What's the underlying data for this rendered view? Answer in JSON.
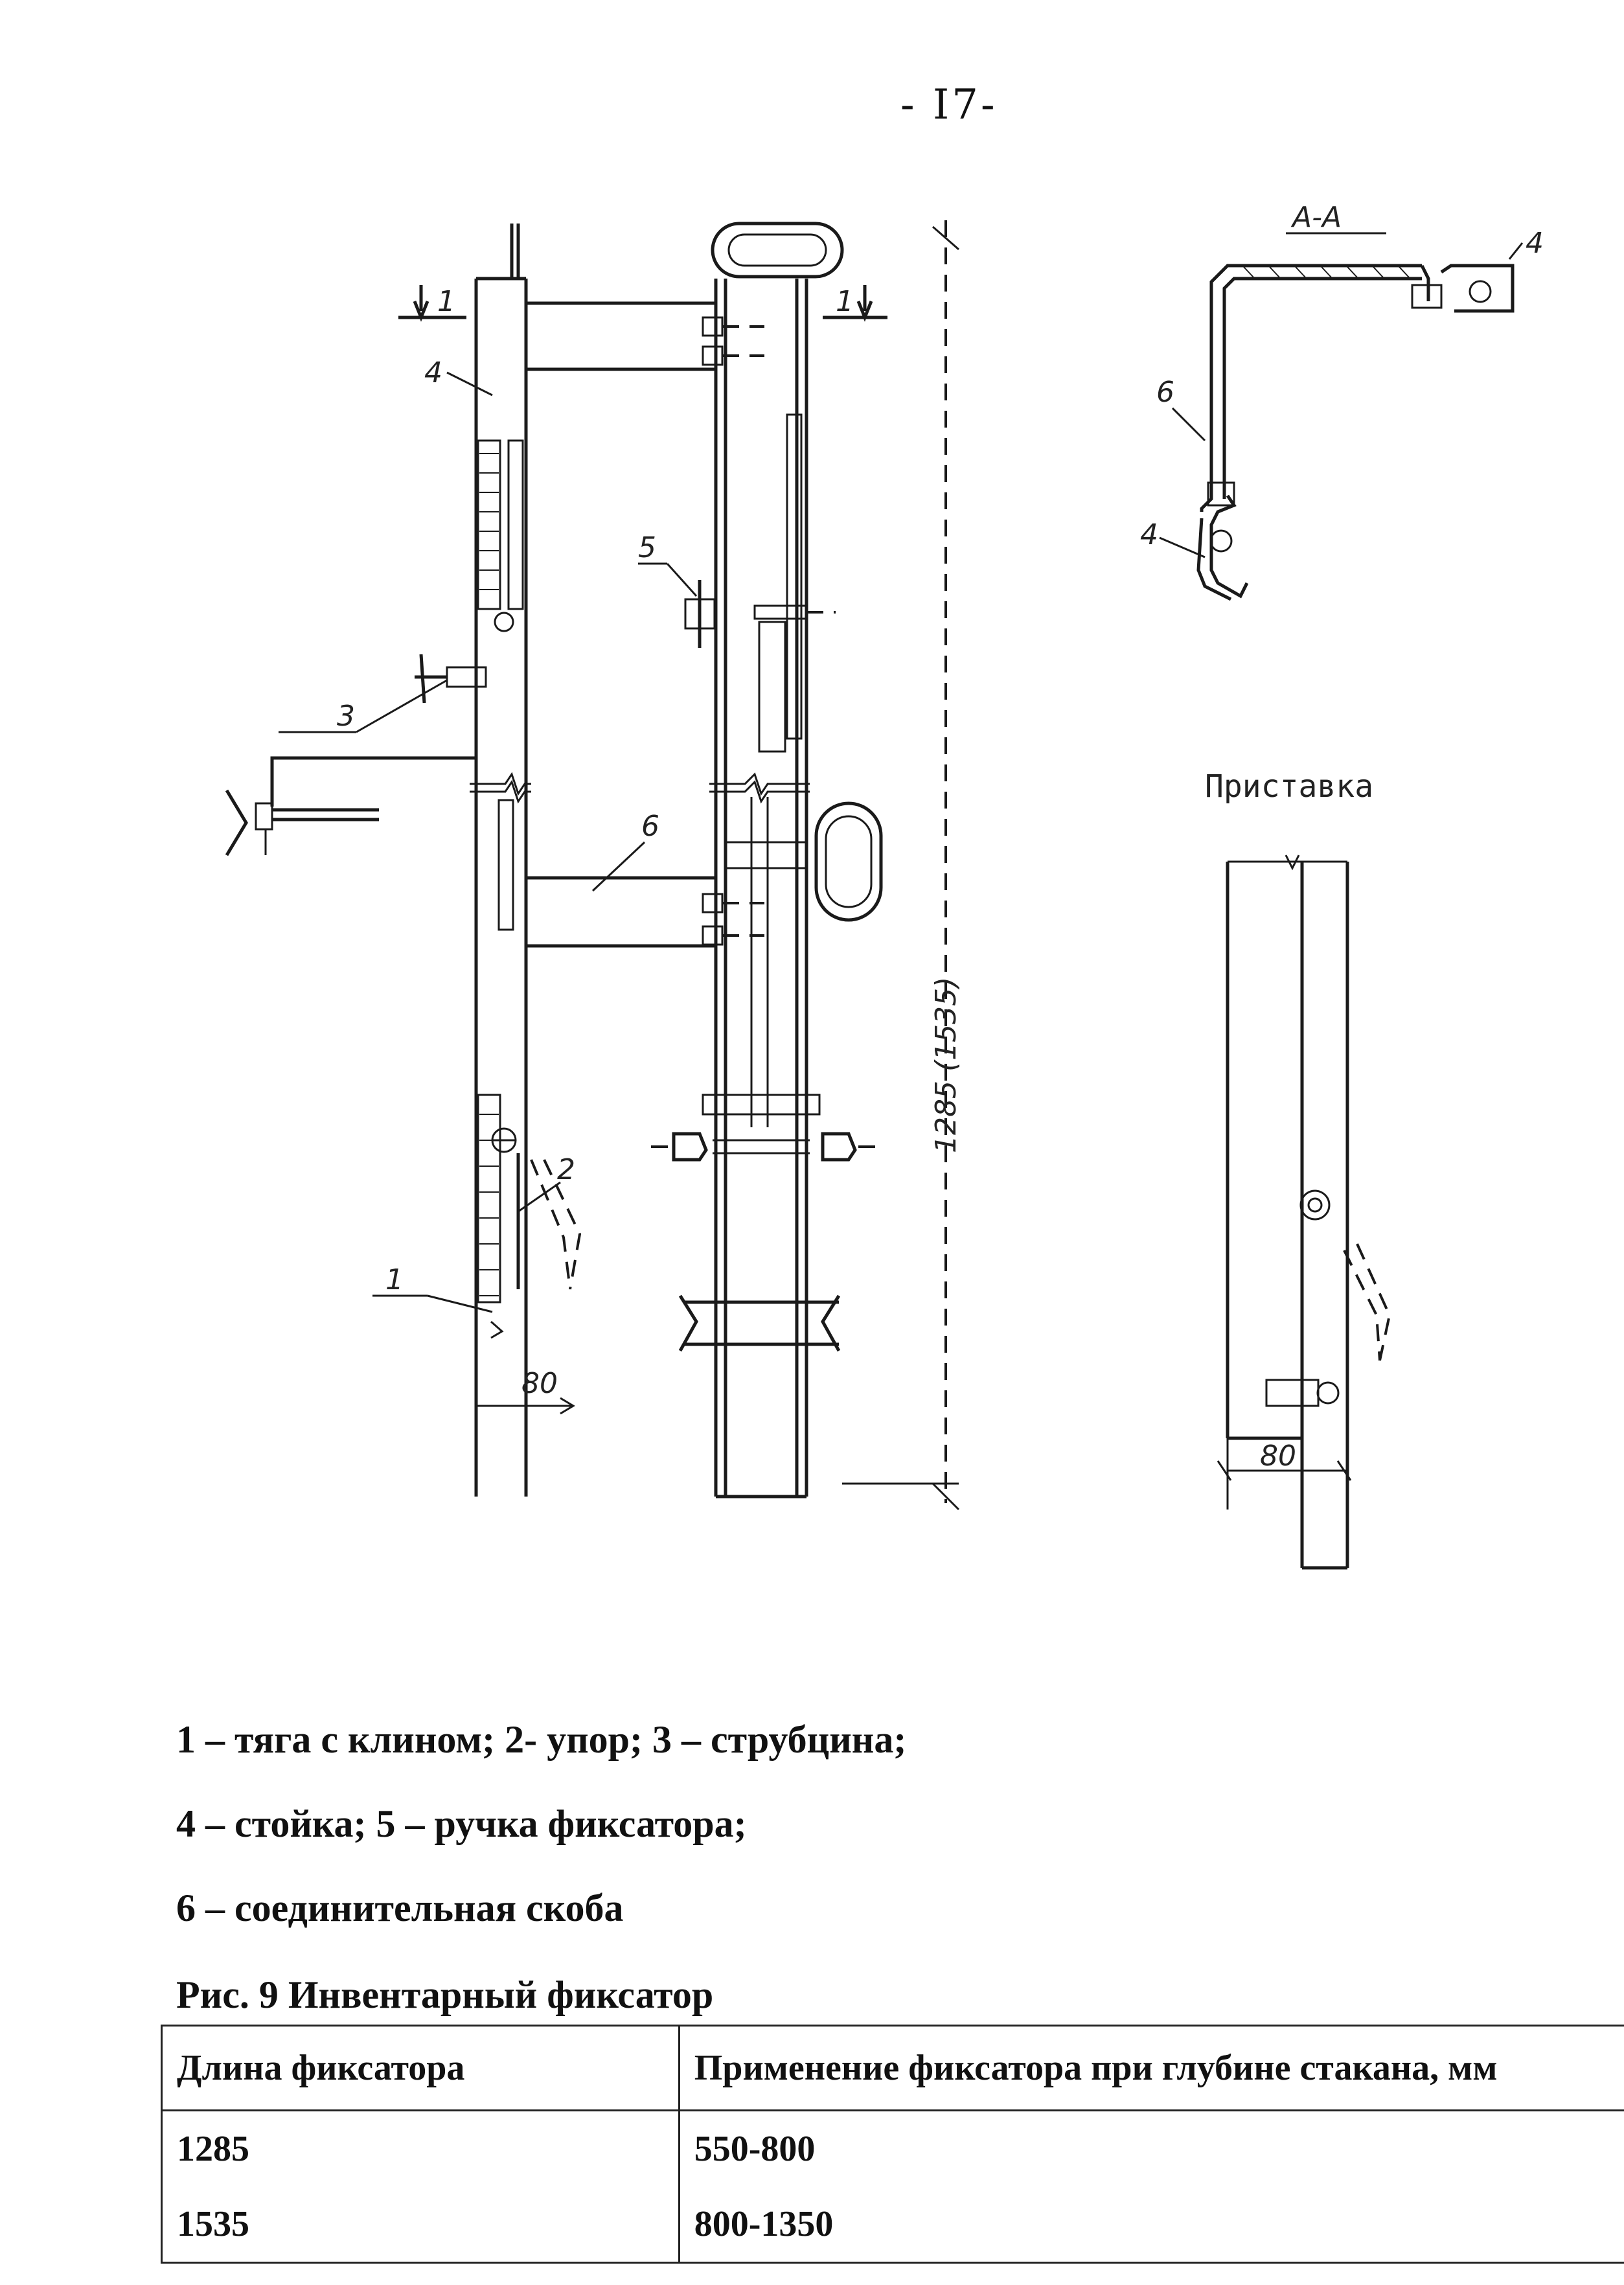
{
  "page_number": "- I7-",
  "figure": {
    "section_label": "А-А",
    "attachment_label": "Приставка",
    "dimension_main": "1285 (1535)",
    "dimension_80_left": "80",
    "dimension_80_right": "80",
    "callouts": {
      "n1": "1",
      "n2": "2",
      "n3": "3",
      "n4": "4",
      "n5": "5",
      "n6": "6",
      "cut_left": "1",
      "cut_right": "1",
      "section_4_top": "4",
      "section_4_bottom": "4",
      "section_6": "6"
    }
  },
  "legend": {
    "line1": "1 – тяга с клином; 2- упор; 3 – струбцина;",
    "line2": "4 – стойка; 5 – ручка фиксатора;",
    "line3": "6 – соединительная скоба"
  },
  "caption": "Рис. 9 Инвентарный фиксатор",
  "table": {
    "headers": [
      "Длина фиксатора",
      "Применение фиксатора при глубине стакана, мм"
    ],
    "rows": [
      [
        "1285",
        "550-800"
      ],
      [
        "1535",
        "800-1350"
      ]
    ]
  }
}
